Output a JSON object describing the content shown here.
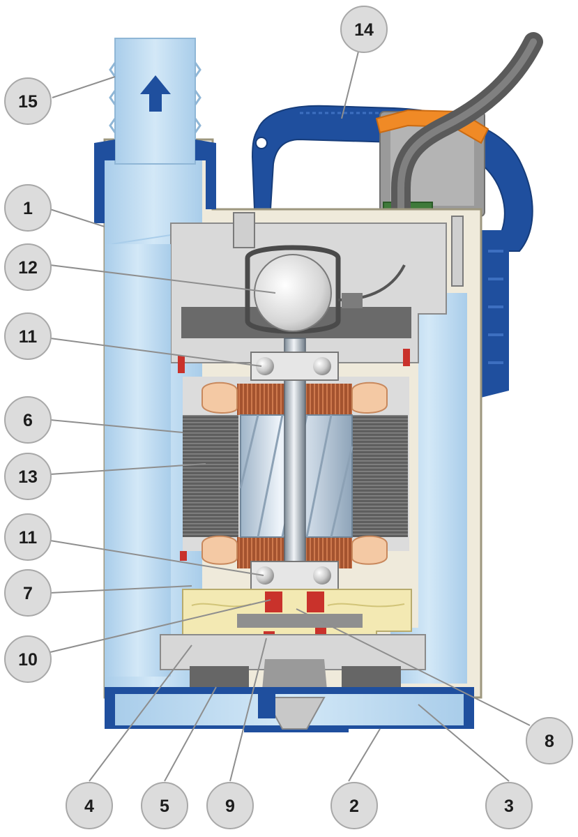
{
  "diagram": {
    "colors": {
      "housing_blue": "#1f4f9e",
      "water_blue": "#b9d9f0",
      "casing_cream": "#efeadb",
      "stator_gray": "#6a6a6a",
      "winding_copper": "#b0603a",
      "oil_yellow": "#f3e9b3",
      "callout_circle": "#dcdcdc"
    },
    "callouts": [
      {
        "label": "15"
      },
      {
        "label": "1"
      },
      {
        "label": "12"
      },
      {
        "label": "11"
      },
      {
        "label": "6"
      },
      {
        "label": "13"
      },
      {
        "label": "11"
      },
      {
        "label": "7"
      },
      {
        "label": "10"
      },
      {
        "label": "4"
      },
      {
        "label": "5"
      },
      {
        "label": "9"
      },
      {
        "label": "2"
      },
      {
        "label": "3"
      },
      {
        "label": "8"
      },
      {
        "label": "14"
      }
    ]
  }
}
